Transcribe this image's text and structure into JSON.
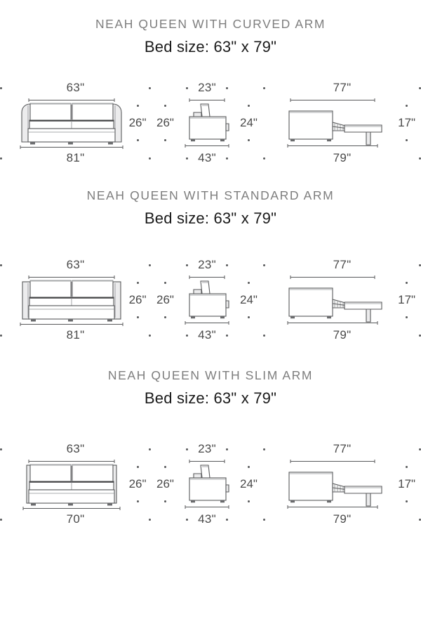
{
  "page": {
    "background": "#ffffff",
    "text_color": "#4a4a4a",
    "title_color": "#7e7e7e",
    "line_color": "#58595b"
  },
  "sections": [
    {
      "id": "curved-arm",
      "title": "NEAH QUEEN WITH CURVED ARM",
      "subtitle": "Bed size: 63\" x 79\"",
      "views": {
        "front": {
          "name": "front-view",
          "top_label": "63\"",
          "bottom_label": "81\"",
          "right_label": "26\"",
          "arm_style": "curved"
        },
        "side": {
          "name": "side-view",
          "top_label": "23\"",
          "bottom_label": "43\"",
          "left_label": "26\"",
          "right_label": "24\""
        },
        "bed": {
          "name": "bed-extended-view",
          "top_label": "77\"",
          "bottom_label": "79\"",
          "left_label": "24\"",
          "right_label": "17\""
        }
      }
    },
    {
      "id": "standard-arm",
      "title": "NEAH QUEEN WITH STANDARD ARM",
      "subtitle": "Bed size: 63\" x 79\"",
      "views": {
        "front": {
          "name": "front-view",
          "top_label": "63\"",
          "bottom_label": "81\"",
          "right_label": "26\"",
          "arm_style": "standard"
        },
        "side": {
          "name": "side-view",
          "top_label": "23\"",
          "bottom_label": "43\"",
          "left_label": "26\"",
          "right_label": "24\""
        },
        "bed": {
          "name": "bed-extended-view",
          "top_label": "77\"",
          "bottom_label": "79\"",
          "left_label": "24\"",
          "right_label": "17\""
        }
      }
    },
    {
      "id": "slim-arm",
      "title": "NEAH QUEEN WITH SLIM ARM",
      "subtitle": "Bed size: 63\" x 79\"",
      "views": {
        "front": {
          "name": "front-view",
          "top_label": "63\"",
          "bottom_label": "70\"",
          "right_label": "26\"",
          "arm_style": "slim"
        },
        "side": {
          "name": "side-view",
          "top_label": "23\"",
          "bottom_label": "43\"",
          "left_label": "26\"",
          "right_label": "24\""
        },
        "bed": {
          "name": "bed-extended-view",
          "top_label": "77\"",
          "bottom_label": "79\"",
          "left_label": "24\"",
          "right_label": "17\""
        }
      }
    }
  ]
}
